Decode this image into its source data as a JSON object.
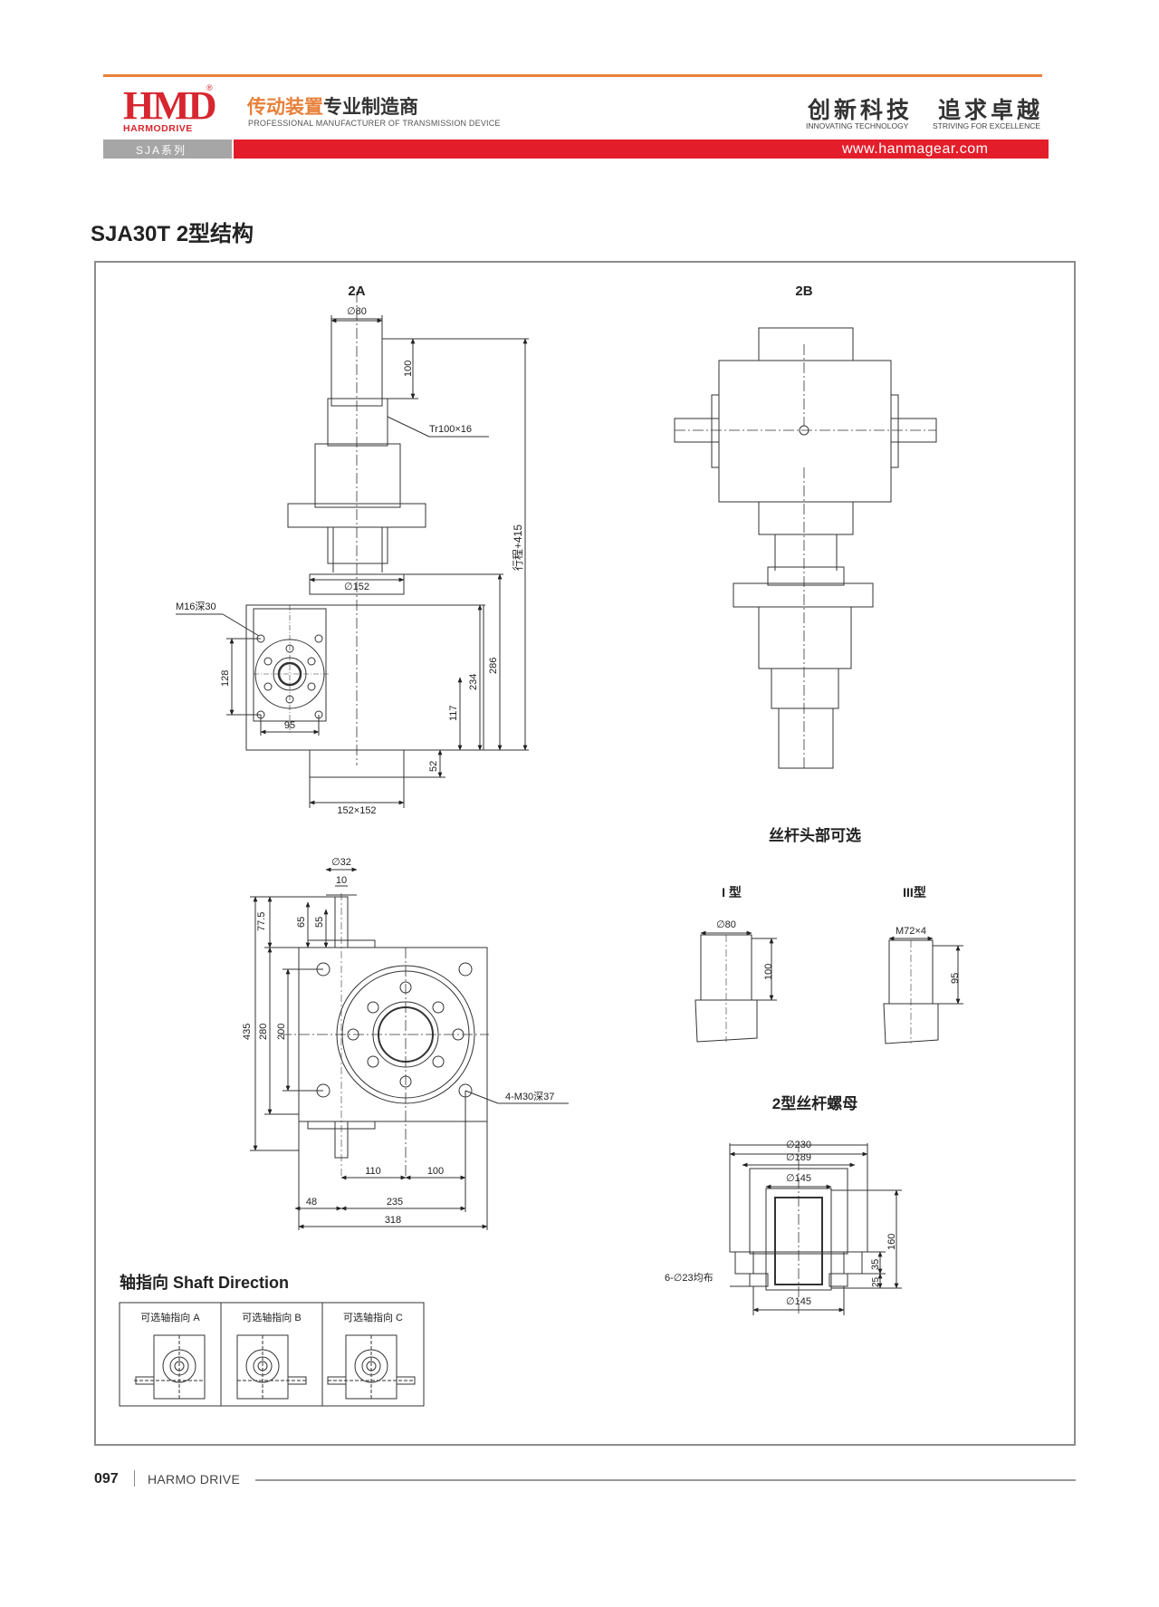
{
  "header": {
    "logo_main": "HMD",
    "logo_sub": "HARMODRIVE",
    "logo_reg": "®",
    "slogan_cn_accent": "传动装置",
    "slogan_cn_rest": "专业制造商",
    "slogan_en": "PROFESSIONAL MANUFACTURER OF TRANSMISSION DEVICE",
    "motto_1": "创新科技",
    "motto_1_en": "INNOVATING TECHNOLOGY",
    "motto_2": "追求卓越",
    "motto_2_en": "STRIVING FOR EXCELLENCE",
    "series": "SJA系列",
    "website": "www.hanmagear.com"
  },
  "title": "SJA30T 2型结构",
  "views": {
    "view_2a": {
      "label": "2A",
      "d80": "∅80",
      "d100": "100",
      "thread": "Tr100×16",
      "stroke": "行程+415",
      "d152": "∅152",
      "tap": "M16深30",
      "d128": "128",
      "d95": "95",
      "d234": "234",
      "d286": "286",
      "d117": "117",
      "d52": "52",
      "base": "152×152"
    },
    "view_2b": {
      "label": "2B"
    },
    "top_view": {
      "d32": "∅32",
      "d10": "10",
      "d77_5": "77.5",
      "d65": "65",
      "d55": "55",
      "d435": "435",
      "d280": "280",
      "d200": "200",
      "holes": "4-M30深37",
      "d110": "110",
      "d100": "100",
      "d48": "48",
      "d235": "235",
      "d318": "318"
    },
    "options": {
      "heading": "丝杆头部可选",
      "type1": "I 型",
      "type1_d80": "∅80",
      "type1_d100": "100",
      "type3": "III型",
      "type3_thread": "M72×4",
      "type3_d95": "95"
    },
    "nut": {
      "heading": "2型丝杆螺母",
      "d230": "∅230",
      "d189": "∅189",
      "d145_top": "∅145",
      "d160": "160",
      "d35": "35",
      "d25": "25",
      "holes": "6-∅23均布",
      "d145_bottom": "∅145"
    },
    "shaft_direction": {
      "heading": "轴指向 Shaft Direction",
      "option_a": "可选轴指向 A",
      "option_b": "可选轴指向 B",
      "option_c": "可选轴指向 C"
    }
  },
  "footer": {
    "page_number": "097",
    "brand": "HARMO DRIVE"
  }
}
